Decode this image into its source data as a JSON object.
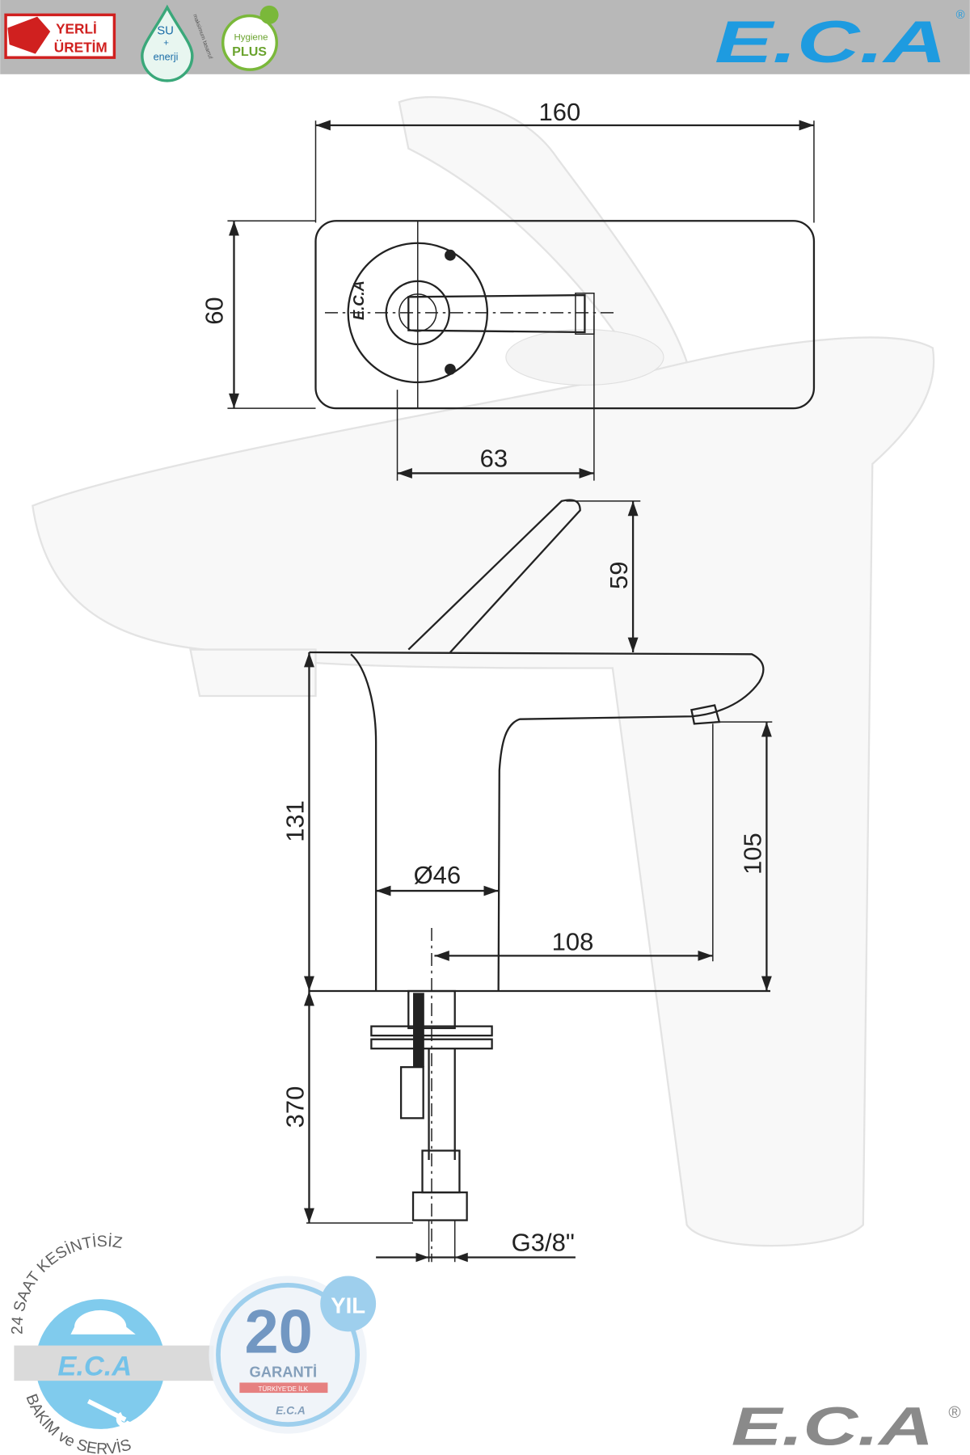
{
  "header": {
    "badges": {
      "yerli_uretim": [
        "YERLİ",
        "ÜRETİM"
      ],
      "su_enerji": {
        "main": [
          "SU",
          "+",
          "enerji"
        ],
        "ring": "maksimum tasarruf"
      },
      "hygiene_plus": [
        "Hygiene",
        "PLUS"
      ]
    },
    "brand_logo": "E.C.A",
    "registered": "®",
    "background_color": "#b8b8b8",
    "brand_color": "#1e9be0"
  },
  "drawing": {
    "dimensions": {
      "width_top": "160",
      "depth_top": "60",
      "handle_base": "63",
      "lever_height": "59",
      "body_height": "131",
      "spout_height": "105",
      "body_diameter": "Ø46",
      "spout_reach": "108",
      "hose_length": "370",
      "thread": "G3/8\""
    },
    "base_logo": "E.C.A"
  },
  "footer": {
    "service_badge": {
      "top": "24 SAAT KESİNTİSİZ",
      "bottom": "BAKIM ve SERVİS",
      "logo": "E.C.A"
    },
    "warranty_badge": {
      "years": "20",
      "unit": "YIL",
      "label": "GARANTİ",
      "sub": "TÜRKİYE'DE İLK",
      "logo": "E.C.A"
    },
    "brand_logo": "E.C.A",
    "registered": "®"
  }
}
